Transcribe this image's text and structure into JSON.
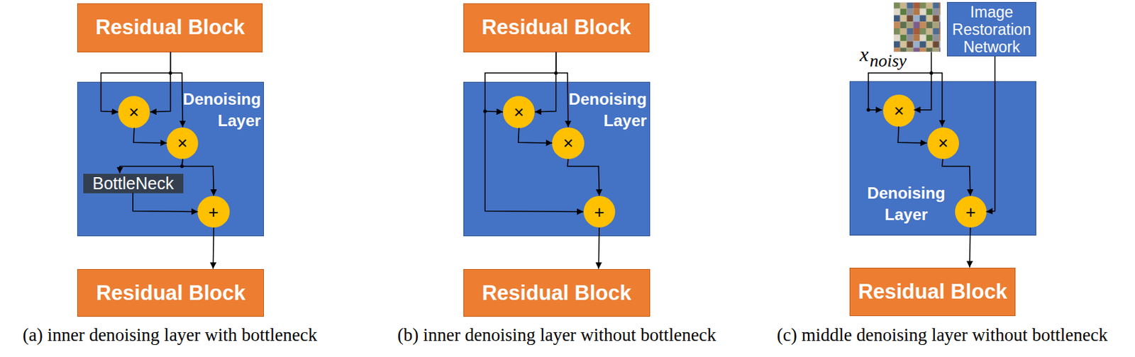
{
  "diagram": {
    "nodes": [
      {
        "text": [
          "Residual Block"
        ]
      },
      {
        "text": [
          "Denoising Layer"
        ]
      },
      {
        "text": [
          "×"
        ],
        "in": 1
      },
      {
        "text": [
          "×"
        ],
        "in": 1
      },
      {
        "text": [
          "BottleNeck"
        ],
        "in": 1
      },
      {
        "text": [
          "+"
        ],
        "in": 1
      },
      {
        "text": [
          "Residual Block"
        ]
      },
      {
        "text": [
          "Residual Block"
        ]
      },
      {
        "text": [
          "Denoising Layer"
        ]
      },
      {
        "text": [
          "×"
        ],
        "in": 8
      },
      {
        "text": [
          "×"
        ],
        "in": 8
      },
      {
        "text": [
          "+"
        ],
        "in": 8
      },
      {
        "text": [
          "Residual Block"
        ]
      },
      {
        "text": [
          "Image Restoration Network"
        ]
      },
      {
        "text": [
          "Denoising Layer"
        ]
      },
      {
        "text": [
          "×"
        ],
        "in": 14
      },
      {
        "text": [
          "×"
        ],
        "in": 14
      },
      {
        "text": [
          "+"
        ],
        "in": 14
      },
      {
        "text": [
          "Residual Block"
        ]
      }
    ],
    "edges": [
      {
        "from": 0,
        "to": 2,
        "arrow": "to"
      },
      {
        "from": 0,
        "to": 3,
        "arrow": "to"
      },
      {
        "from": 2,
        "to": 3,
        "arrow": "to"
      },
      {
        "from": 3,
        "to": 4,
        "arrow": "to"
      },
      {
        "from": 4,
        "to": 5,
        "arrow": "to"
      },
      {
        "from": 3,
        "to": 5,
        "arrow": "to"
      },
      {
        "from": 5,
        "to": 6,
        "arrow": "to"
      },
      {
        "from": 7,
        "to": 9,
        "arrow": "to"
      },
      {
        "from": 7,
        "to": 10,
        "arrow": "to"
      },
      {
        "from": 7,
        "to": 11,
        "arrow": "to"
      },
      {
        "from": 9,
        "to": 10,
        "arrow": "to"
      },
      {
        "from": 10,
        "to": 11,
        "arrow": "to"
      },
      {
        "from": 11,
        "to": 12,
        "arrow": "to"
      },
      {
        "from": 13,
        "to": 17,
        "arrow": "to"
      },
      {
        "from": 15,
        "to": 16,
        "arrow": "to"
      },
      {
        "from": 16,
        "to": 17,
        "arrow": "to"
      },
      {
        "from": 17,
        "to": 18,
        "arrow": "to"
      }
    ],
    "labels": [
      "x",
      "noisy",
      "(a) inner denoising layer with bottleneck",
      "(b) inner denoising layer without bottleneck",
      "(c) middle denoising layer without bottleneck"
    ]
  }
}
